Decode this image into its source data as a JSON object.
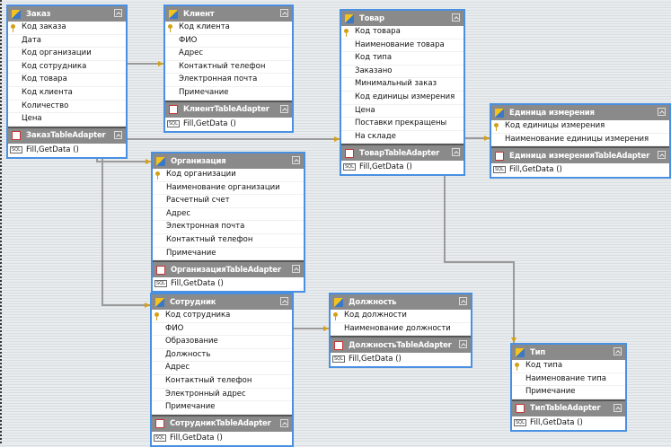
{
  "tables": [
    {
      "id": "zakaz",
      "title": "Заказ",
      "fields": [
        "Код заказа",
        "Дата",
        "Код организации",
        "Код сотрудника",
        "Код товара",
        "Код клиента",
        "Количество",
        "Цена"
      ],
      "adapter": "ЗаказTableAdapter",
      "query": "Fill,GetData ()"
    },
    {
      "id": "klient",
      "title": "Клиент",
      "fields": [
        "Код клиента",
        "ФИО",
        "Адрес",
        "Контактный телефон",
        "Электронная почта",
        "Примечание"
      ],
      "adapter": "КлиентTableAdapter",
      "query": "Fill,GetData ()"
    },
    {
      "id": "tovar",
      "title": "Товар",
      "fields": [
        "Код товара",
        "Наименование товара",
        "Код типа",
        "Заказано",
        "Минимальный заказ",
        "Код единицы измерения",
        "Цена",
        "Поставки прекращены",
        "На складе"
      ],
      "adapter": "ТоварTableAdapter",
      "query": "Fill,GetData ()"
    },
    {
      "id": "edinica",
      "title": "Единица измерения",
      "fields": [
        "Код единицы измерения",
        "Наименование единицы измерения"
      ],
      "adapter": "Единица измеренияTableAdapter",
      "query": "Fill,GetData ()"
    },
    {
      "id": "org",
      "title": "Организация",
      "fields": [
        "Код организации",
        "Наименование организации",
        "Расчетный счет",
        "Адрес",
        "Электронная почта",
        "Контактный телефон",
        "Примечание"
      ],
      "adapter": "ОрганизацияTableAdapter",
      "query": "Fill,GetData ()"
    },
    {
      "id": "sotr",
      "title": "Сотрудник",
      "fields": [
        "Код сотрудника",
        "ФИО",
        "Образование",
        "Должность",
        "Адрес",
        "Контактный телефон",
        "Электронный адрес",
        "Примечание"
      ],
      "adapter": "СотрудникTableAdapter",
      "query": "Fill,GetData ()"
    },
    {
      "id": "dolzh",
      "title": "Должность",
      "fields": [
        "Код должности",
        "Наименование должности"
      ],
      "adapter": "ДолжностьTableAdapter",
      "query": "Fill,GetData ()"
    },
    {
      "id": "tip",
      "title": "Тип",
      "fields": [
        "Код типа",
        "Наименование типа",
        "Примечание"
      ],
      "adapter": "ТипTableAdapter",
      "query": "Fill,GetData ()"
    }
  ]
}
